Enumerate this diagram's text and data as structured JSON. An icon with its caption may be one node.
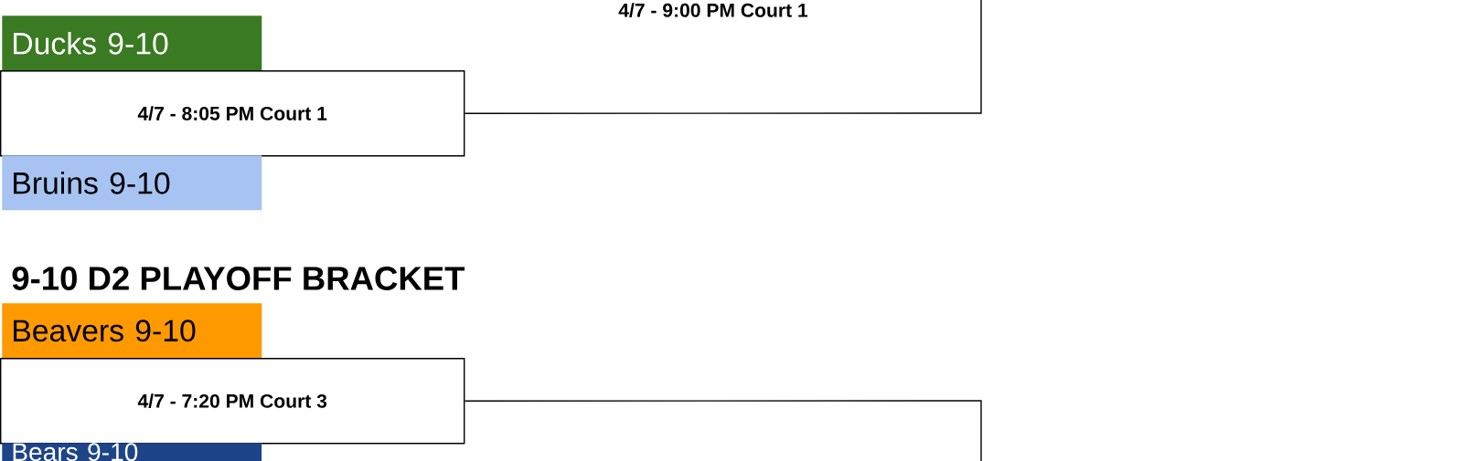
{
  "diagram": {
    "title": "9-10 D2 PLAYOFF BRACKET",
    "nodes": [
      {
        "text": [
          "Ducks 9-10"
        ]
      },
      {
        "text": [
          "4/7 - 8:05 PM Court 1"
        ]
      },
      {
        "text": [
          "Bruins 9-10"
        ]
      },
      {
        "text": [
          "Beavers 9-10"
        ]
      },
      {
        "text": [
          "4/7 - 7:20 PM Court 3"
        ]
      },
      {
        "text": [
          "Bears 9-10"
        ]
      }
    ],
    "edges": [
      {
        "from": 1,
        "to": null,
        "arrow": "none"
      },
      {
        "from": 4,
        "to": null,
        "arrow": "none"
      }
    ],
    "labels": [
      "4/7 - 9:00 PM Court 1"
    ]
  }
}
